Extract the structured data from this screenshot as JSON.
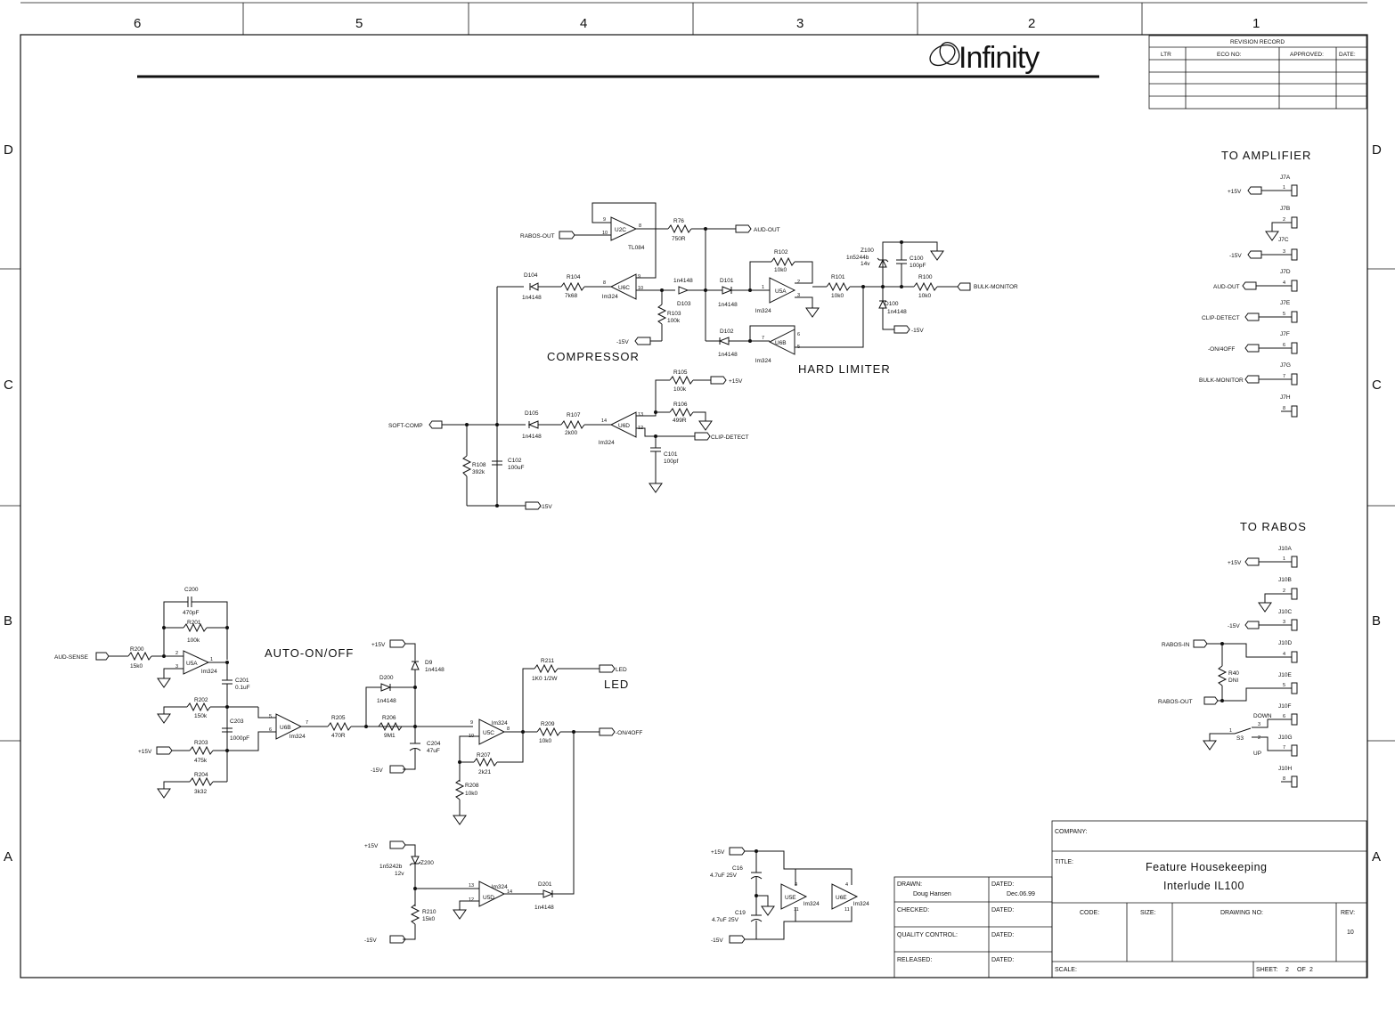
{
  "border": {
    "columns": [
      "6",
      "5",
      "4",
      "3",
      "2",
      "1"
    ],
    "rows": [
      "D",
      "C",
      "B",
      "A"
    ]
  },
  "logo": {
    "brand": "Infinity"
  },
  "revision_record": {
    "title": "REVISION RECORD",
    "headers": [
      "LTR",
      "ECO NO:",
      "APPROVED:",
      "DATE:"
    ]
  },
  "labels": {
    "to_amplifier": "TO AMPLIFIER",
    "to_rabos": "TO RABOS",
    "compressor": "COMPRESSOR",
    "hard_limiter": "HARD LIMITER",
    "auto_on_off": "AUTO-ON/OFF",
    "led": "LED"
  },
  "ports": {
    "rabos_out": "RABOS-OUT",
    "aud_out": "AUD-OUT",
    "bulk_monitor": "BULK-MONITOR",
    "soft_comp": "SOFT-COMP",
    "clip_detect": "CLIP-DETECT",
    "plus15": "+15V",
    "minus15": "-15V",
    "aud_sense": "AUD-SENSE",
    "led": "LED",
    "on_off": "-ON/4OFF",
    "rabos_in": "RABOS-IN",
    "on_off_conn": "-ON/4OFF"
  },
  "components": {
    "u2c": "U2C",
    "tl084": "TL084",
    "r76": "R76",
    "r76v": "750R",
    "d104": "D104",
    "d104v": "1n4148",
    "r104": "R104",
    "r104v": "7k68",
    "u6c": "U6C",
    "lm324": "lm324",
    "d103a": "1n4148",
    "d103": "D103",
    "r103": "R103",
    "r103v": "100k",
    "d101": "D101",
    "d101v": "1n4148",
    "r102": "R102",
    "r102v": "10k0",
    "u5a": "U5A",
    "d102": "D102",
    "d102v": "1n4148",
    "u6b": "U6B",
    "r101": "R101",
    "r101v": "10k0",
    "z100": "Z100",
    "z100v": "1n5244b",
    "z100v2": "14v",
    "c100": "C100",
    "c100v": "100pF",
    "r100": "R100",
    "r100v": "10k0",
    "d100": "D100",
    "d100v": "1n4148",
    "r105": "R105",
    "r105v": "100k",
    "r106": "R106",
    "r106v": "499R",
    "d105": "D105",
    "d105v": "1n4148",
    "r107": "R107",
    "r107v": "2k00",
    "u6d": "U6D",
    "c101": "C101",
    "c101v": "100pf",
    "r108": "R108",
    "r108v": "392k",
    "c102": "C102",
    "c102v": "100uF",
    "c200": "C200",
    "c200v": "470pF",
    "r201": "R201",
    "r201v": "100k",
    "r200": "R200",
    "r200v": "15k0",
    "u5a_b": "U5A",
    "c201": "C201",
    "c201v": "0.1uF",
    "r202": "R202",
    "r202v": "150k",
    "c203": "C203",
    "c203v": "1000pF",
    "u6b_b": "U6B",
    "r203": "R203",
    "r203v": "475k",
    "r204": "R204",
    "r204v": "3k32",
    "r205": "R205",
    "r205v": "470R",
    "d200": "D200",
    "d200v": "1n4148",
    "r206": "R206",
    "r206v": "9M1",
    "d9": "D9",
    "d9v": "1n4148",
    "c204": "C204",
    "c204v": "47uF",
    "u5c": "U5C",
    "r207": "R207",
    "r207v": "2k21",
    "r208": "R208",
    "r208v": "10k0",
    "r211": "R211",
    "r211v": "1K0 1/2W",
    "r209": "R209",
    "r209v": "10k0",
    "z200": "Z200",
    "z200v": "1n5242b",
    "z200v2": "12v",
    "u5d": "U5D",
    "d201": "D201",
    "d201v": "1n4148",
    "r210": "R210",
    "r210v": "15k0",
    "c16": "C16",
    "c16v": "4.7uF 25V",
    "c19": "C19",
    "c19v": "4.7uF 25V",
    "u5e": "U5E",
    "u6e": "U6E",
    "r40": "R40",
    "r40v": "DNI",
    "s3": "S3",
    "down": "DOWN",
    "up": "UP"
  },
  "connectors_amp": [
    {
      "ref": "J7A",
      "pin": "1",
      "net": "+15V"
    },
    {
      "ref": "J7B",
      "pin": "2",
      "net": ""
    },
    {
      "ref": "J7C",
      "pin": "3",
      "net": "-15V"
    },
    {
      "ref": "J7D",
      "pin": "4",
      "net": "AUD-OUT"
    },
    {
      "ref": "J7E",
      "pin": "5",
      "net": "CLIP-DETECT"
    },
    {
      "ref": "J7F",
      "pin": "6",
      "net": "-ON/4OFF"
    },
    {
      "ref": "J7G",
      "pin": "7",
      "net": "BULK-MONITOR"
    },
    {
      "ref": "J7H",
      "pin": "8",
      "net": ""
    }
  ],
  "connectors_rabos": [
    {
      "ref": "J10A",
      "pin": "1",
      "net": "+15V"
    },
    {
      "ref": "J10B",
      "pin": "2",
      "net": ""
    },
    {
      "ref": "J10C",
      "pin": "3",
      "net": "-15V"
    },
    {
      "ref": "J10D",
      "pin": "4",
      "net": ""
    },
    {
      "ref": "J10E",
      "pin": "5",
      "net": ""
    },
    {
      "ref": "J10F",
      "pin": "6",
      "net": ""
    },
    {
      "ref": "J10G",
      "pin": "7",
      "net": ""
    },
    {
      "ref": "J10H",
      "pin": "8",
      "net": ""
    }
  ],
  "title_block": {
    "company_label": "COMPANY:",
    "title_label": "TITLE:",
    "title_line1": "Feature Housekeeping",
    "title_line2": "Interlude IL100",
    "code_label": "CODE:",
    "size_label": "SIZE:",
    "drawing_no_label": "DRAWING NO:",
    "rev_label": "REV:",
    "rev_value": "10",
    "scale_label": "SCALE:",
    "sheet_label": "SHEET:",
    "sheet_value": "2",
    "of_label": "OF",
    "of_value": "2",
    "drawn_label": "DRAWN:",
    "drawn_value": "Doug Hansen",
    "dated_label": "DATED:",
    "dated_value": "Dec.06.99",
    "checked_label": "CHECKED:",
    "quality_label": "QUALITY CONTROL:",
    "released_label": "RELEASED:"
  }
}
